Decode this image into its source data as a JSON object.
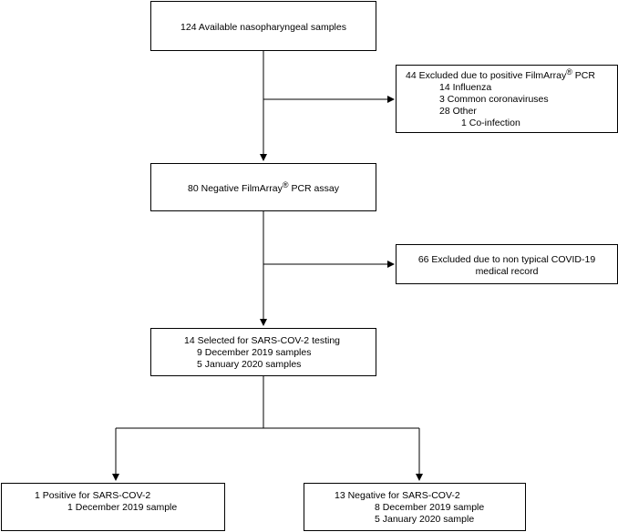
{
  "boxes": {
    "available": {
      "lines": [
        "124 Available nasopharyngeal samples"
      ]
    },
    "excluded_positive": {
      "title_pre": "44 Excluded due to positive FilmArray",
      "title_mark": "®",
      "title_post": " PCR",
      "items": [
        "14 Influenza",
        "3 Common coronaviruses",
        "28 Other"
      ],
      "subitems": [
        "1 Co-infection"
      ]
    },
    "negative_pcr": {
      "text_pre": "80 Negative FilmArray",
      "text_mark": "®",
      "text_post": " PCR assay"
    },
    "excluded_nontypical": {
      "lines": [
        "66 Excluded due to non typical COVID-19",
        "medical record"
      ]
    },
    "selected": {
      "title": "14 Selected for SARS-COV-2 testing",
      "items": [
        "9 December 2019 samples",
        "5 January 2020 samples"
      ]
    },
    "positive": {
      "title": "1 Positive for SARS-COV-2",
      "items": [
        "1 December 2019 sample"
      ]
    },
    "negative": {
      "title": "13 Negative for SARS-COV-2",
      "items": [
        "8 December 2019 sample",
        "5 January 2020 sample"
      ]
    }
  }
}
